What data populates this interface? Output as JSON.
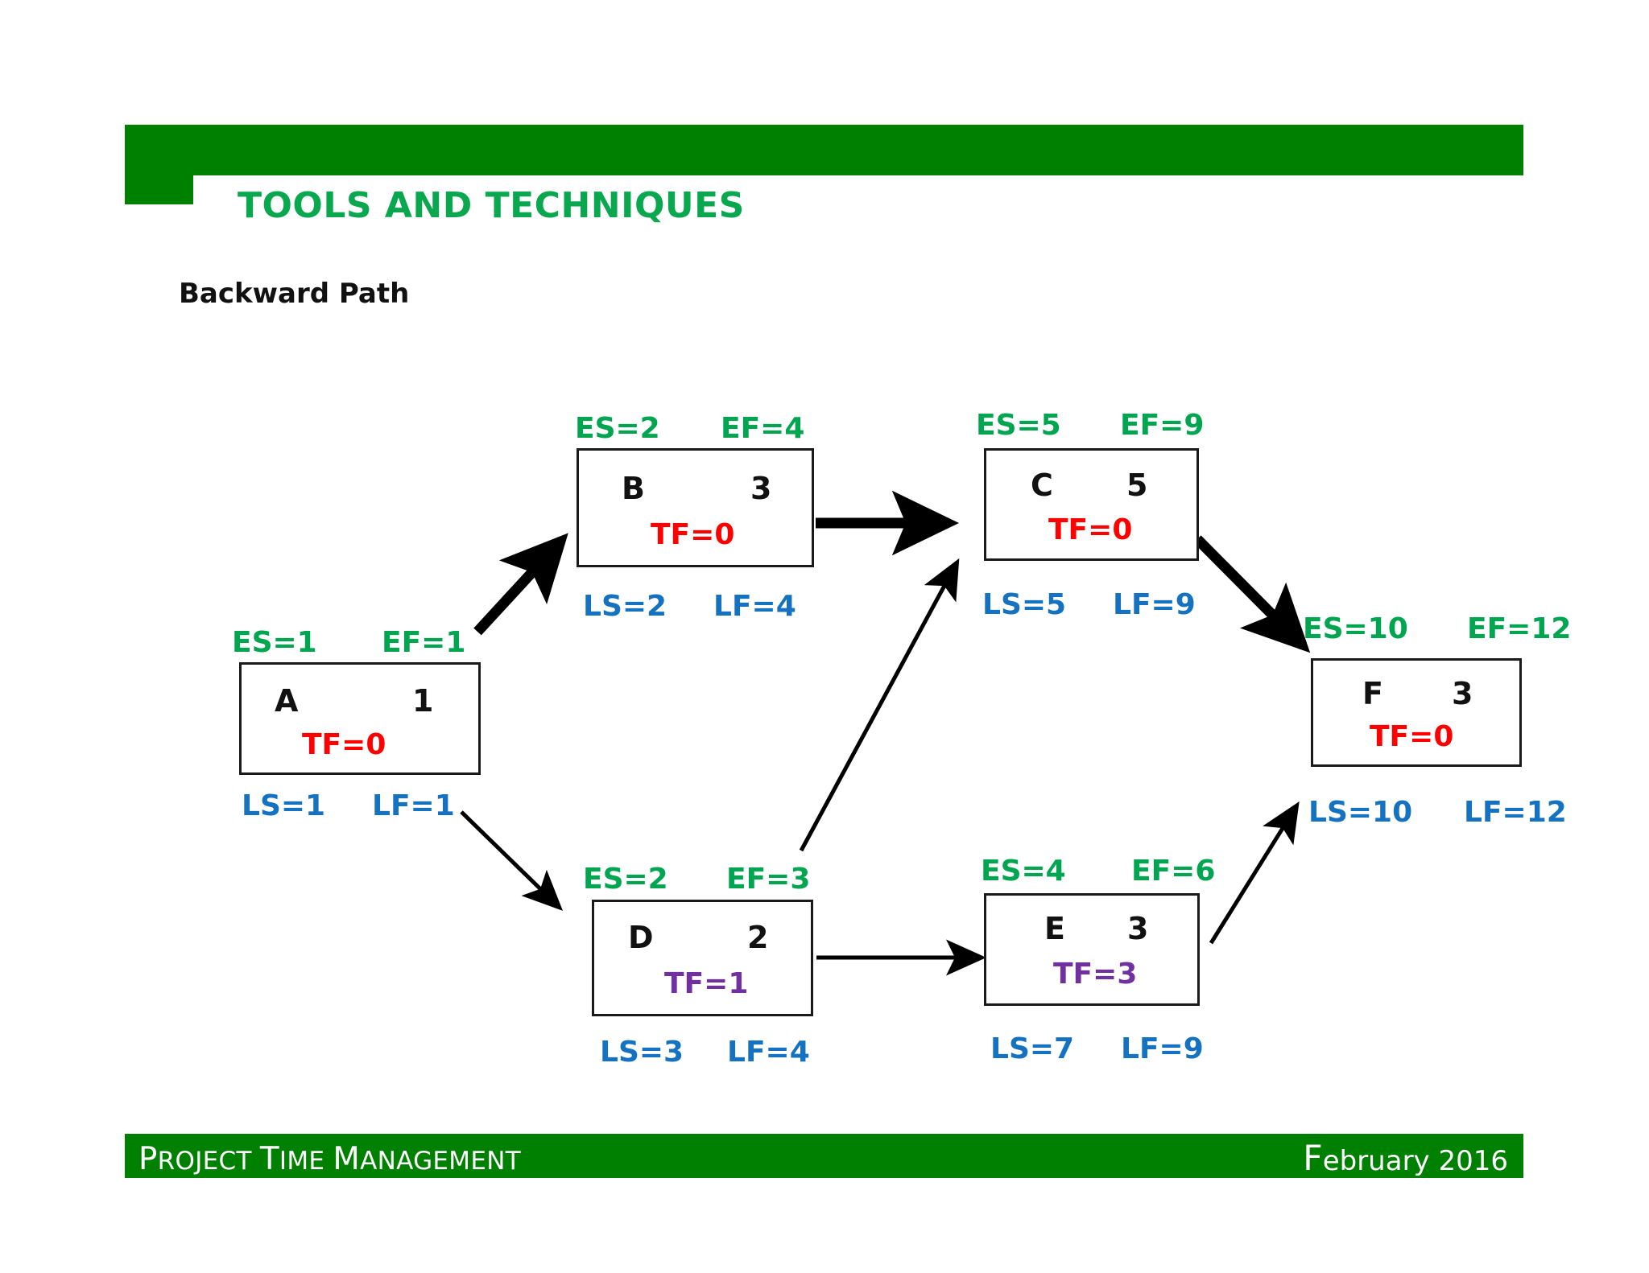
{
  "slide": {
    "title": "TOOLS AND TECHNIQUES",
    "subtitle": "Backward Path",
    "accent_green": "#008000",
    "title_green": "#0aa84e",
    "label_green": "#00a550",
    "label_blue": "#1572c0",
    "tf_red": "#ff0000",
    "tf_purple": "#7030a0"
  },
  "footer": {
    "left_first": "P",
    "left_rest1": "ROJECT ",
    "left_second": "T",
    "left_rest2": "IME ",
    "left_third": "M",
    "left_rest3": "ANAGEMENT",
    "left_full": "PROJECT TIME MANAGEMENT",
    "right_first": "F",
    "right_rest": "ebruary 2016",
    "right_full": "February 2016"
  },
  "diagram": {
    "type": "network-diagram",
    "description": "Activity-on-node precedence diagram showing backward pass: ES/EF (early start/finish, green), LS/LF (late start/finish, blue), TF (total float).",
    "nodes": [
      {
        "id": "A",
        "duration": "1",
        "es": "ES=1",
        "ef": "EF=1",
        "ls": "LS=1",
        "lf": "LF=1",
        "tf": "TF=0",
        "tf_value": 0,
        "tf_color": "red",
        "critical": true
      },
      {
        "id": "B",
        "duration": "3",
        "es": "ES=2",
        "ef": "EF=4",
        "ls": "LS=2",
        "lf": "LF=4",
        "tf": "TF=0",
        "tf_value": 0,
        "tf_color": "red",
        "critical": true
      },
      {
        "id": "C",
        "duration": "5",
        "es": "ES=5",
        "ef": "EF=9",
        "ls": "LS=5",
        "lf": "LF=9",
        "tf": "TF=0",
        "tf_value": 0,
        "tf_color": "red",
        "critical": true
      },
      {
        "id": "D",
        "duration": "2",
        "es": "ES=2",
        "ef": "EF=3",
        "ls": "LS=3",
        "lf": "LF=4",
        "tf": "TF=1",
        "tf_value": 1,
        "tf_color": "purple",
        "critical": false
      },
      {
        "id": "E",
        "duration": "3",
        "es": "ES=4",
        "ef": "EF=6",
        "ls": "LS=7",
        "lf": "LF=9",
        "tf": "TF=3",
        "tf_value": 3,
        "tf_color": "purple",
        "critical": false
      },
      {
        "id": "F",
        "duration": "3",
        "es": "ES=10",
        "ef": "EF=12",
        "ls": "LS=10",
        "lf": "LF=12",
        "tf": "TF=0",
        "tf_value": 0,
        "tf_color": "red",
        "critical": true
      }
    ],
    "edges": [
      {
        "from": "A",
        "to": "B",
        "style": "thick"
      },
      {
        "from": "B",
        "to": "C",
        "style": "thick"
      },
      {
        "from": "C",
        "to": "F",
        "style": "thick"
      },
      {
        "from": "A",
        "to": "D",
        "style": "thin"
      },
      {
        "from": "D",
        "to": "C",
        "style": "thin"
      },
      {
        "from": "D",
        "to": "E",
        "style": "thin"
      },
      {
        "from": "E",
        "to": "F",
        "style": "thin"
      }
    ]
  }
}
